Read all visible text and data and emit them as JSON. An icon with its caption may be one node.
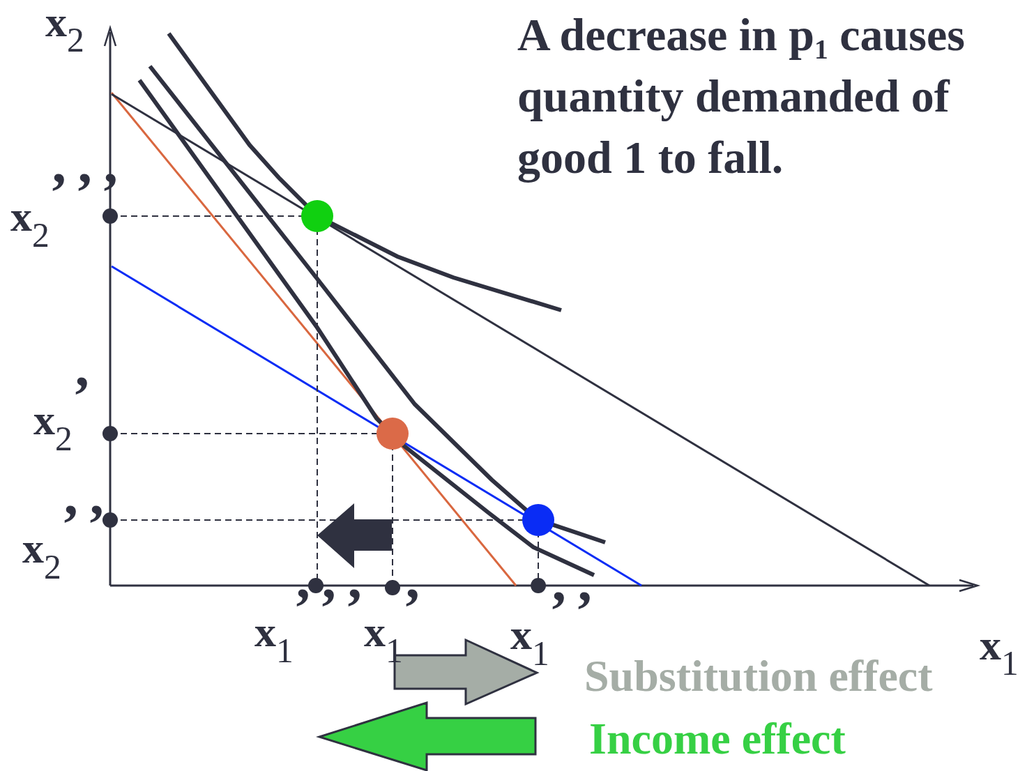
{
  "diagram": {
    "title": "A decrease in p$_{1}$ causes quantity demanded of good 1 to fall.",
    "labels": [
      "x$_{2}$",
      "x$_{2}$$^{’’’}$",
      "x$_{2}$$^{’}$",
      "x$_{2}$$^{’’}$",
      "x$_{1}$$^{’’’}$",
      "x$_{1}$$^{’}$",
      "x$_{1}$$^{’’}$",
      "x$_{1}$"
    ],
    "legend": [
      {
        "text": "Substitution effect",
        "color": "#a5ada6"
      },
      {
        "text": "Income effect",
        "color": "#36d044"
      }
    ]
  }
}
